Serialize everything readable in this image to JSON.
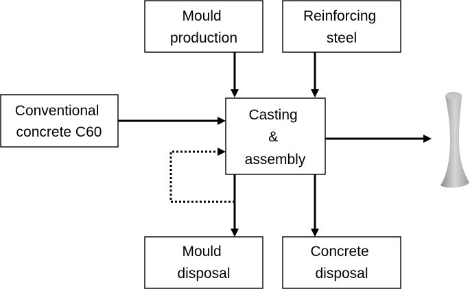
{
  "nodes": {
    "mould_production": {
      "lines": [
        "Mould",
        "production"
      ]
    },
    "reinforcing_steel": {
      "lines": [
        "Reinforcing",
        "steel"
      ]
    },
    "conventional_concrete": {
      "lines": [
        "Conventional",
        "concrete C60"
      ]
    },
    "casting_assembly": {
      "lines": [
        "Casting",
        "&",
        "assembly"
      ]
    },
    "mould_disposal": {
      "lines": [
        "Mould",
        "disposal"
      ]
    },
    "concrete_disposal": {
      "lines": [
        "Concrete",
        "disposal"
      ]
    }
  },
  "product_image": {
    "icon": "bone-shaped-column-element"
  }
}
